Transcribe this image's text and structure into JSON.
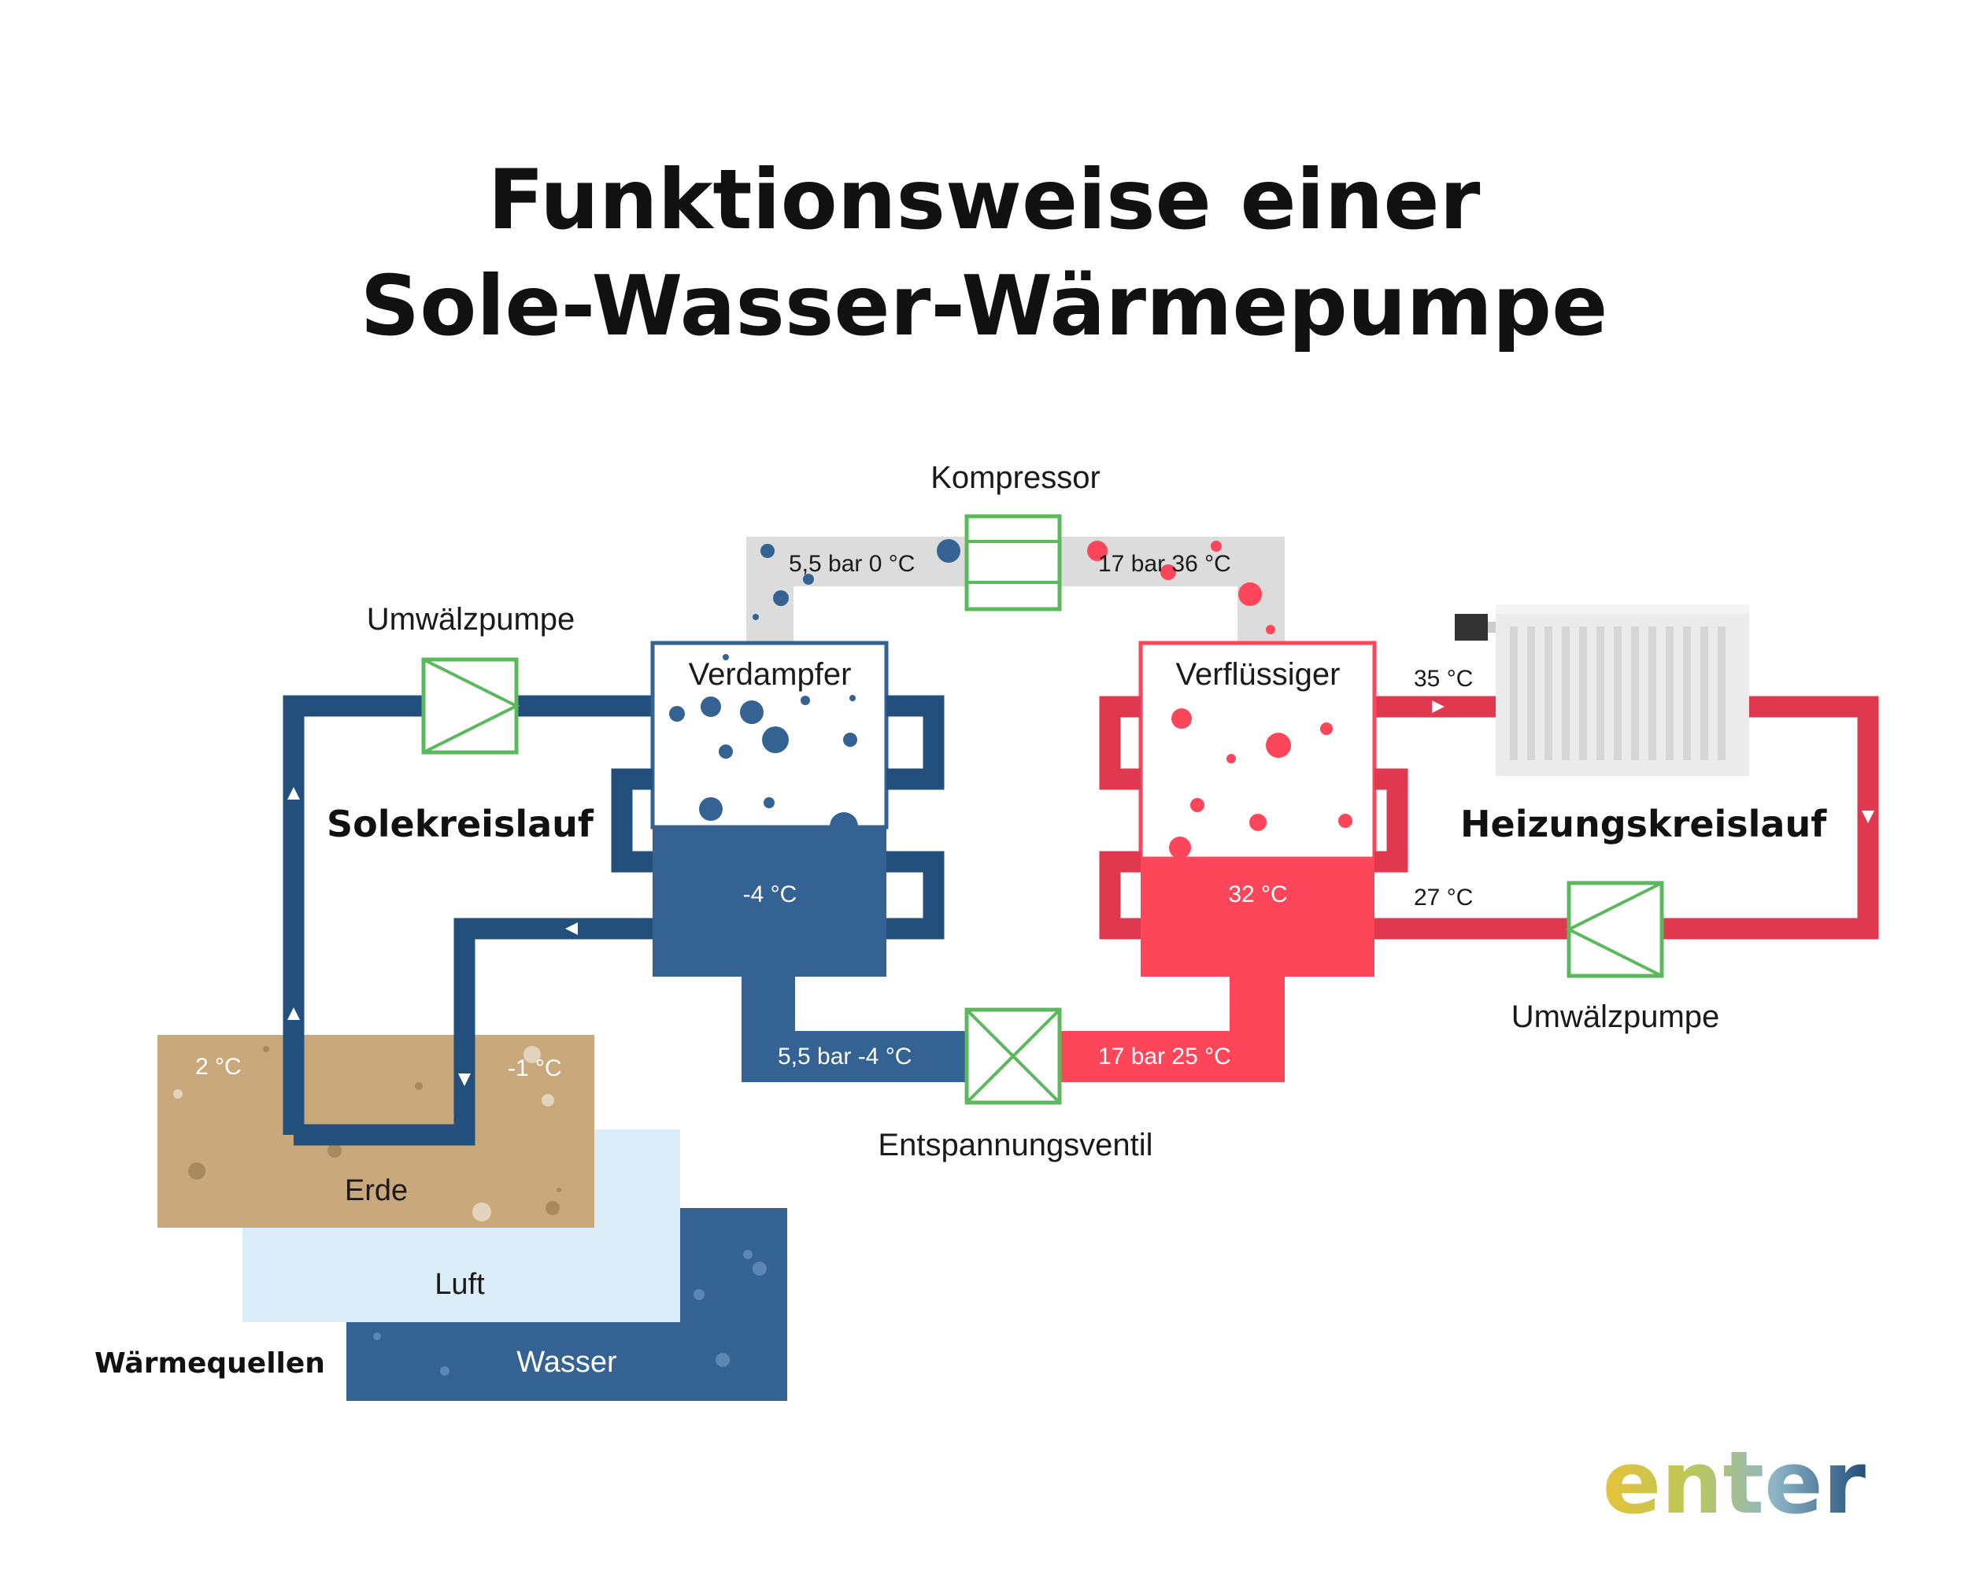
{
  "title": {
    "line1": "Funktionsweise einer",
    "line2": "Sole-Wasser-Wärmepumpe"
  },
  "components": {
    "compressor": "Kompressor",
    "evaporator": "Verdampfer",
    "condenser": "Verflüssiger",
    "pump_left": "Umwälzpumpe",
    "pump_right": "Umwälzpumpe",
    "expansion_valve": "Entspannungsventil"
  },
  "circuits": {
    "brine": "Solekreislauf",
    "heating": "Heizungskreislauf"
  },
  "values": {
    "compressor_in": "5,5 bar  0 °C",
    "compressor_out": "17 bar  36 °C",
    "evaporator_temp": "-4 °C",
    "condenser_temp": "32 °C",
    "heating_flow": "35 °C",
    "heating_return": "27 °C",
    "valve_out": "5,5 bar  -4 °C",
    "valve_in": "17 bar  25 °C",
    "ground_up": "2 °C",
    "ground_down": "-1 °C"
  },
  "heat_sources": {
    "label": "Wärmequellen",
    "earth": "Erde",
    "air": "Luft",
    "water": "Wasser"
  },
  "logo": {
    "text": "enter"
  },
  "colors": {
    "brine_pipe": "#234f7c",
    "evaporator_fill": "#336293",
    "heating_pipe": "#e0394f",
    "condenser_fill": "#fd4659",
    "refrigerant_gas": "#dcdcdc",
    "pump_green": "#5cb85c",
    "earth": "#c9a87c",
    "air": "#dcedfa",
    "water": "#336293",
    "radiator": "#e8e8e8"
  }
}
